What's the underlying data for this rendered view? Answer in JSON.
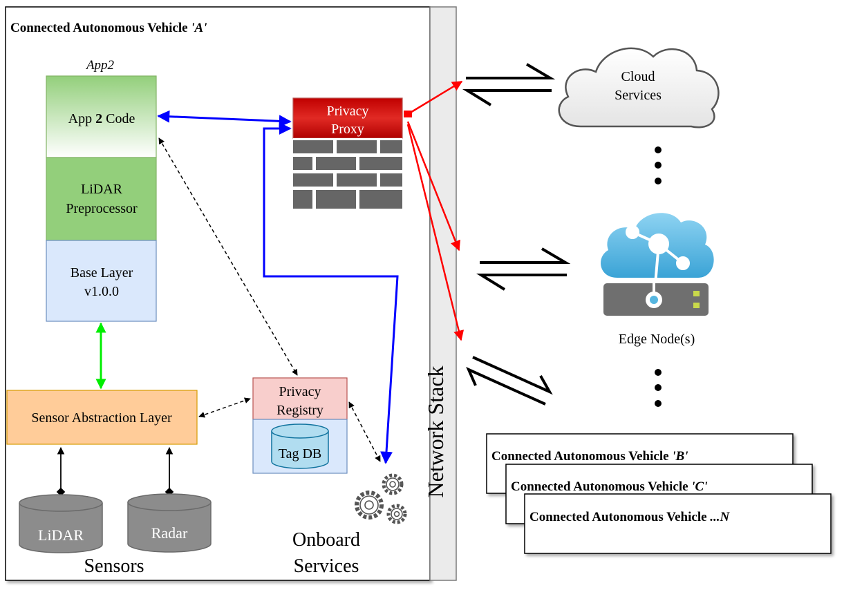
{
  "vehicle_a": {
    "title": "Connected Autonomous Vehicle ",
    "title_suffix": "'A'"
  },
  "app": {
    "name": "App2",
    "code_prefix": "App ",
    "code_number": "2",
    "code_suffix": " Code",
    "preprocessor_line1": "LiDAR",
    "preprocessor_line2": "Preprocessor",
    "base_line1": "Base Layer",
    "base_line2": "v1.0.0"
  },
  "sensor_abstraction": "Sensor Abstraction Layer",
  "privacy_proxy": {
    "line1": "Privacy",
    "line2": "Proxy"
  },
  "privacy_registry": {
    "line1": "Privacy",
    "line2": "Registry",
    "db": "Tag DB"
  },
  "sensors": {
    "lidar": "LiDAR",
    "radar": "Radar",
    "label": "Sensors"
  },
  "onboard": {
    "line1": "Onboard",
    "line2": "Services"
  },
  "network_stack": "Network Stack",
  "cloud": {
    "line1": "Cloud",
    "line2": "Services"
  },
  "edge": {
    "label": "Edge Node(s)"
  },
  "other_vehicles": {
    "b": {
      "title": "Connected Autonomous Vehicle ",
      "suffix": "'B'"
    },
    "c": {
      "title": "Connected Autonomous Vehicle ",
      "suffix": "'C'"
    },
    "n": {
      "title": "Connected Autonomous Vehicle ",
      "suffix": "...N"
    }
  },
  "colors": {
    "app_green": "#93cf7b",
    "base_blue": "#dae8fc",
    "sensor_orange": "#ffcc99",
    "proxy_red": "#d8221d",
    "registry_pink": "#f8cecc",
    "brick_gray": "#666666",
    "cylinder_gray": "#8c8c8c",
    "network_gray": "#ebebeb",
    "arrow_blue": "#0000ff",
    "arrow_green": "#00ff00",
    "arrow_red": "#ff0000",
    "edge_blue": "#56b6e0"
  }
}
